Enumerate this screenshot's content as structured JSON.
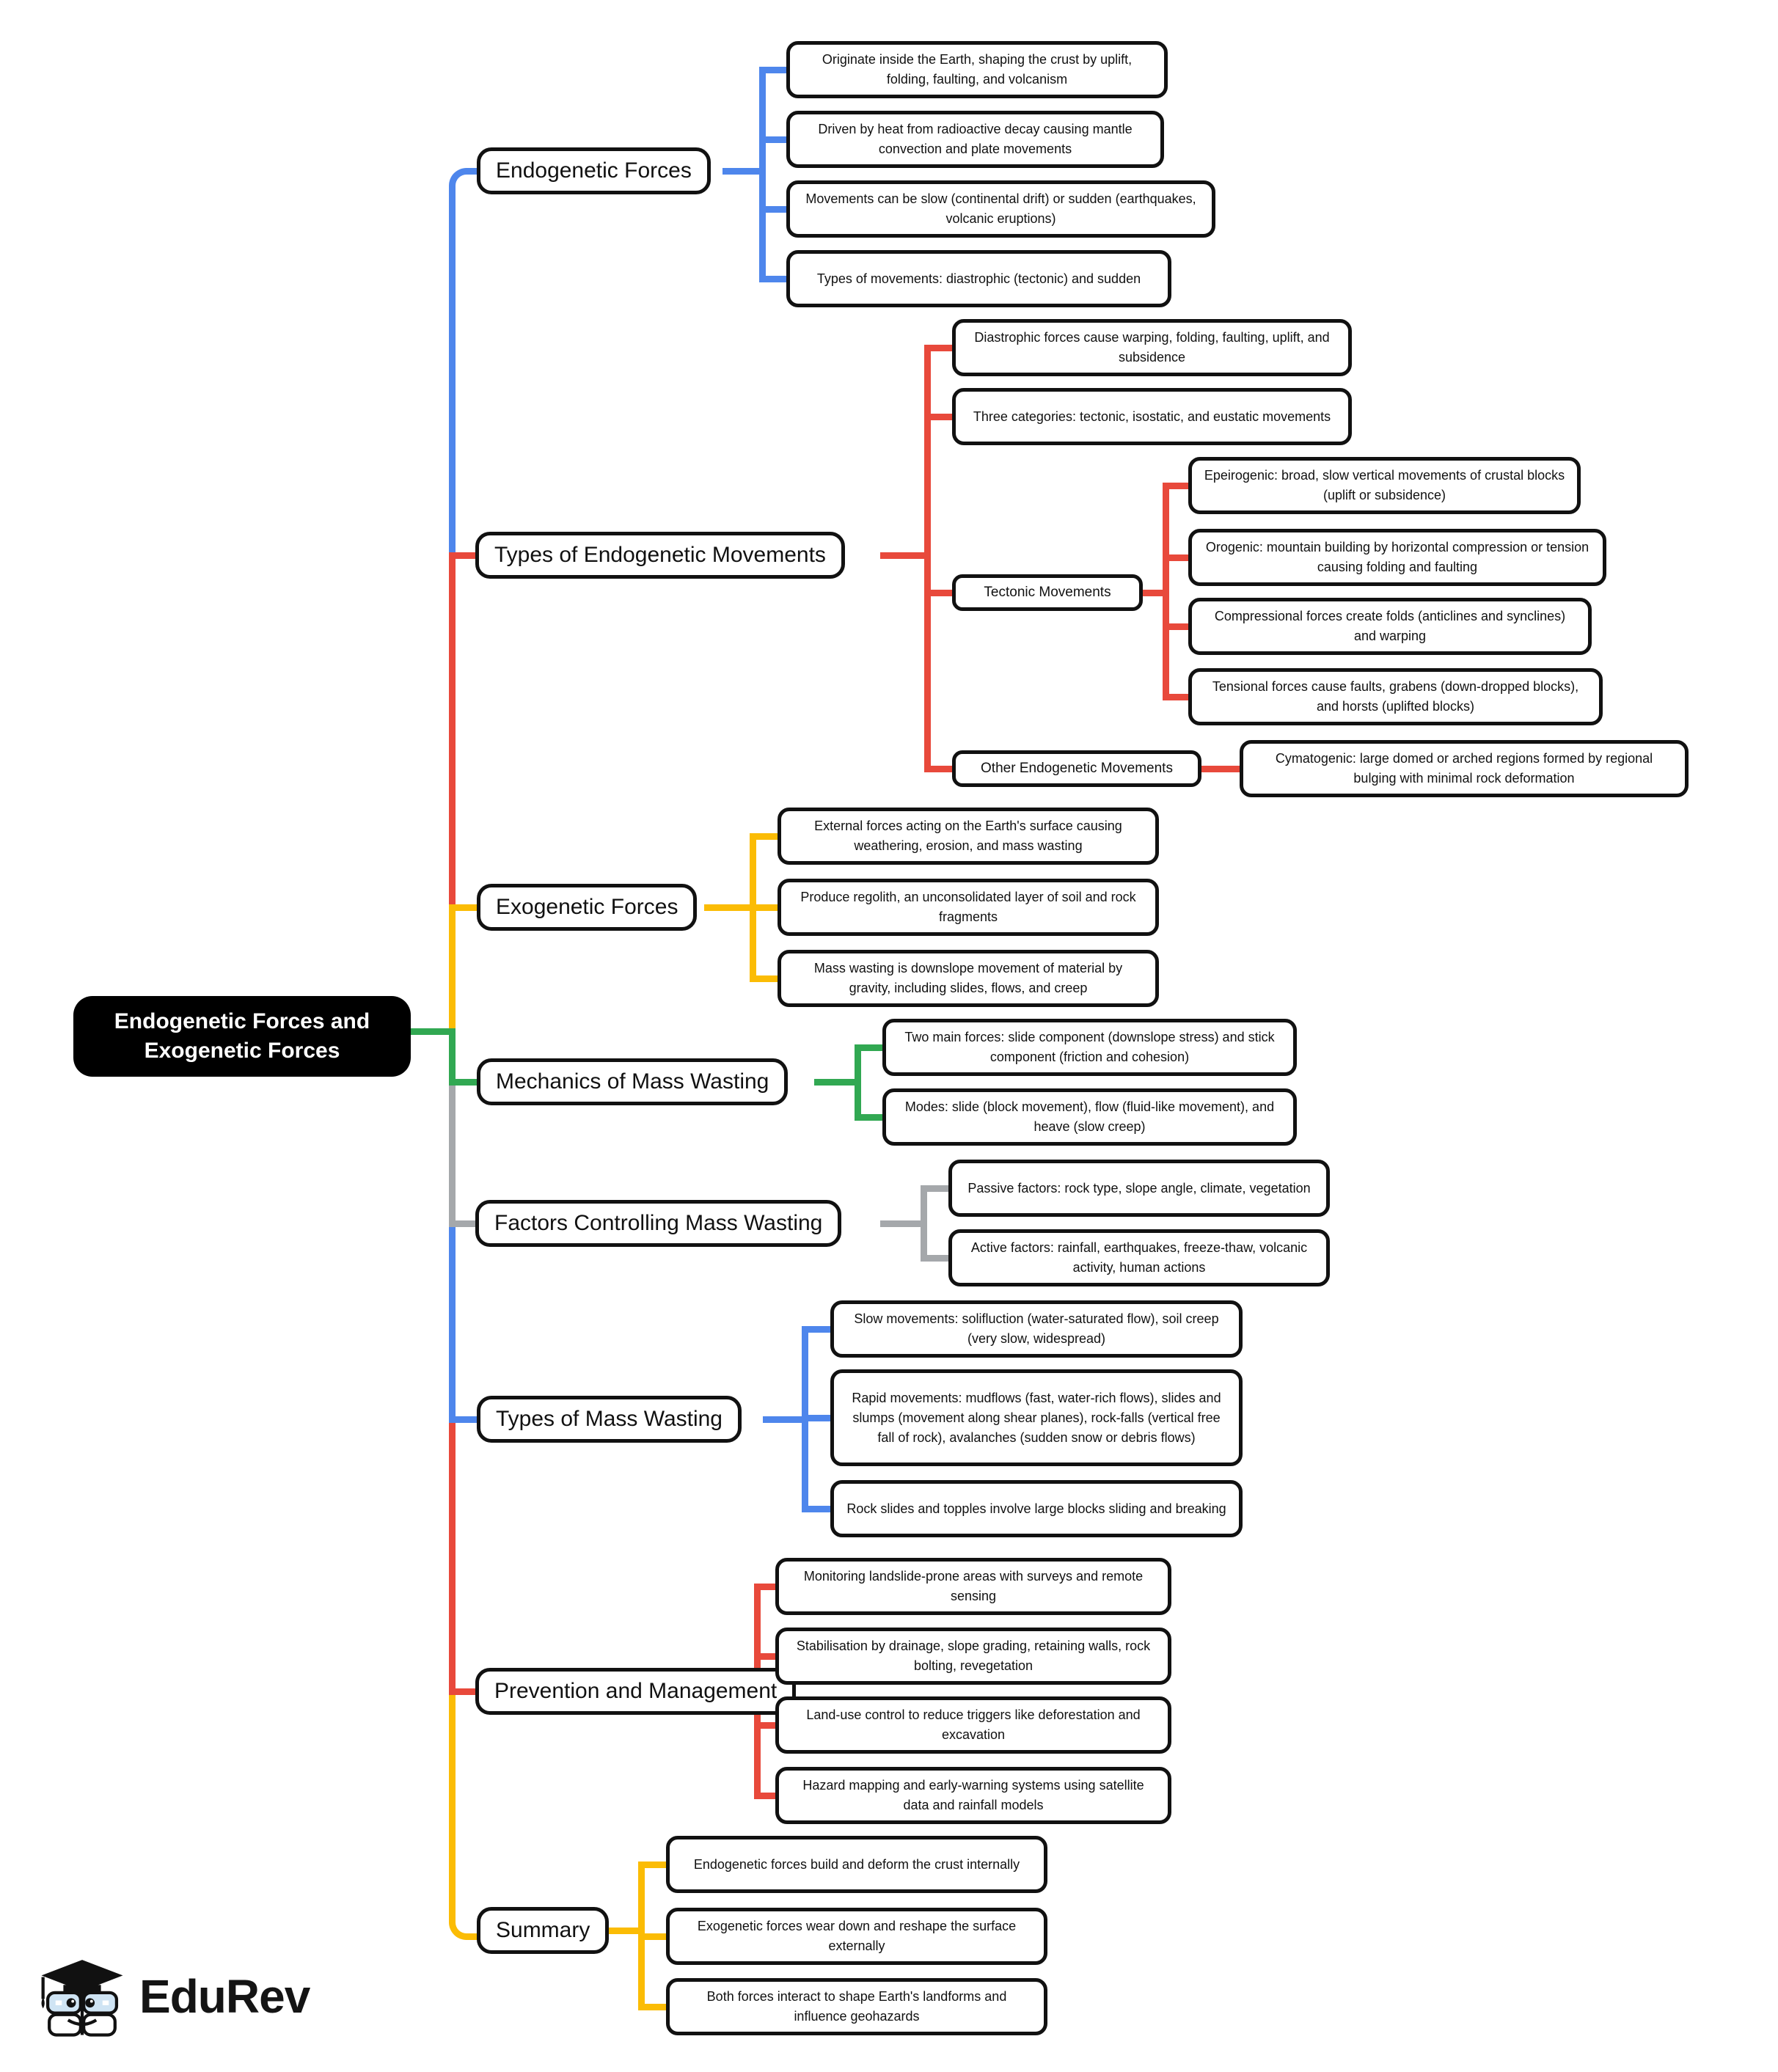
{
  "root": {
    "label": "Endogenetic Forces and Exogenetic Forces"
  },
  "palette": {
    "blue": "#4e86ec",
    "red": "#e8493b",
    "yellow": "#fbbc05",
    "green": "#31a852",
    "gray": "#a5a8ab",
    "root_bg": "#000000",
    "root_text": "#ffffff",
    "node_bg": "#ffffff",
    "text": "#111111"
  },
  "branches": [
    {
      "label": "Endogenetic Forces",
      "color": "blue",
      "children": [
        {
          "text": "Originate inside the Earth, shaping the crust by uplift, folding, faulting, and volcanism"
        },
        {
          "text": "Driven by heat from radioactive decay causing mantle convection and plate movements"
        },
        {
          "text": "Movements can be slow (continental drift) or sudden (earthquakes, volcanic eruptions)"
        },
        {
          "text": "Types of movements: diastrophic (tectonic) and sudden"
        }
      ]
    },
    {
      "label": "Types of Endogenetic Movements",
      "color": "red",
      "children": [
        {
          "text": "Diastrophic forces cause warping, folding, faulting, uplift, and subsidence"
        },
        {
          "text": "Three categories: tectonic, isostatic, and eustatic movements"
        },
        {
          "label": "Tectonic Movements",
          "children": [
            {
              "text": "Epeirogenic: broad, slow vertical movements of crustal blocks (uplift or subsidence)"
            },
            {
              "text": "Orogenic: mountain building by horizontal compression or tension causing folding and faulting"
            },
            {
              "text": "Compressional forces create folds (anticlines and synclines) and warping"
            },
            {
              "text": "Tensional forces cause faults, grabens (down-dropped blocks), and horsts (uplifted blocks)"
            }
          ]
        },
        {
          "label": "Other Endogenetic Movements",
          "children": [
            {
              "text": "Cymatogenic: large domed or arched regions formed by regional bulging with minimal rock deformation"
            }
          ]
        }
      ]
    },
    {
      "label": "Exogenetic Forces",
      "color": "yellow",
      "children": [
        {
          "text": "External forces acting on the Earth's surface causing weathering, erosion, and mass wasting"
        },
        {
          "text": "Produce regolith, an unconsolidated layer of soil and rock fragments"
        },
        {
          "text": "Mass wasting is downslope movement of material by gravity, including slides, flows, and creep"
        }
      ]
    },
    {
      "label": "Mechanics of Mass Wasting",
      "color": "green",
      "children": [
        {
          "text": "Two main forces: slide component (downslope stress) and stick component (friction and cohesion)"
        },
        {
          "text": "Modes: slide (block movement), flow (fluid-like movement), and heave (slow creep)"
        }
      ]
    },
    {
      "label": "Factors Controlling Mass Wasting",
      "color": "gray",
      "children": [
        {
          "text": "Passive factors: rock type, slope angle, climate, vegetation"
        },
        {
          "text": "Active factors: rainfall, earthquakes, freeze-thaw, volcanic activity, human actions"
        }
      ]
    },
    {
      "label": "Types of Mass Wasting",
      "color": "blue",
      "children": [
        {
          "text": "Slow movements: solifluction (water-saturated flow), soil creep (very slow, widespread)"
        },
        {
          "text": "Rapid movements: mudflows (fast, water-rich flows), slides and slumps (movement along shear planes), rock-falls (vertical free fall of rock), avalanches (sudden snow or debris flows)"
        },
        {
          "text": "Rock slides and topples involve large blocks sliding and breaking"
        }
      ]
    },
    {
      "label": "Prevention and Management",
      "color": "red",
      "children": [
        {
          "text": "Monitoring landslide-prone areas with surveys and remote sensing"
        },
        {
          "text": "Stabilisation by drainage, slope grading, retaining walls, rock bolting, revegetation"
        },
        {
          "text": "Land-use control to reduce triggers like deforestation and excavation"
        },
        {
          "text": "Hazard mapping and early-warning systems using satellite data and rainfall models"
        }
      ]
    },
    {
      "label": "Summary",
      "color": "yellow",
      "children": [
        {
          "text": "Endogenetic forces build and deform the crust internally"
        },
        {
          "text": "Exogenetic forces wear down and reshape the surface externally"
        },
        {
          "text": "Both forces interact to shape Earth's landforms and influence geohazards"
        }
      ]
    }
  ],
  "logo": {
    "brand": "EduRev"
  }
}
